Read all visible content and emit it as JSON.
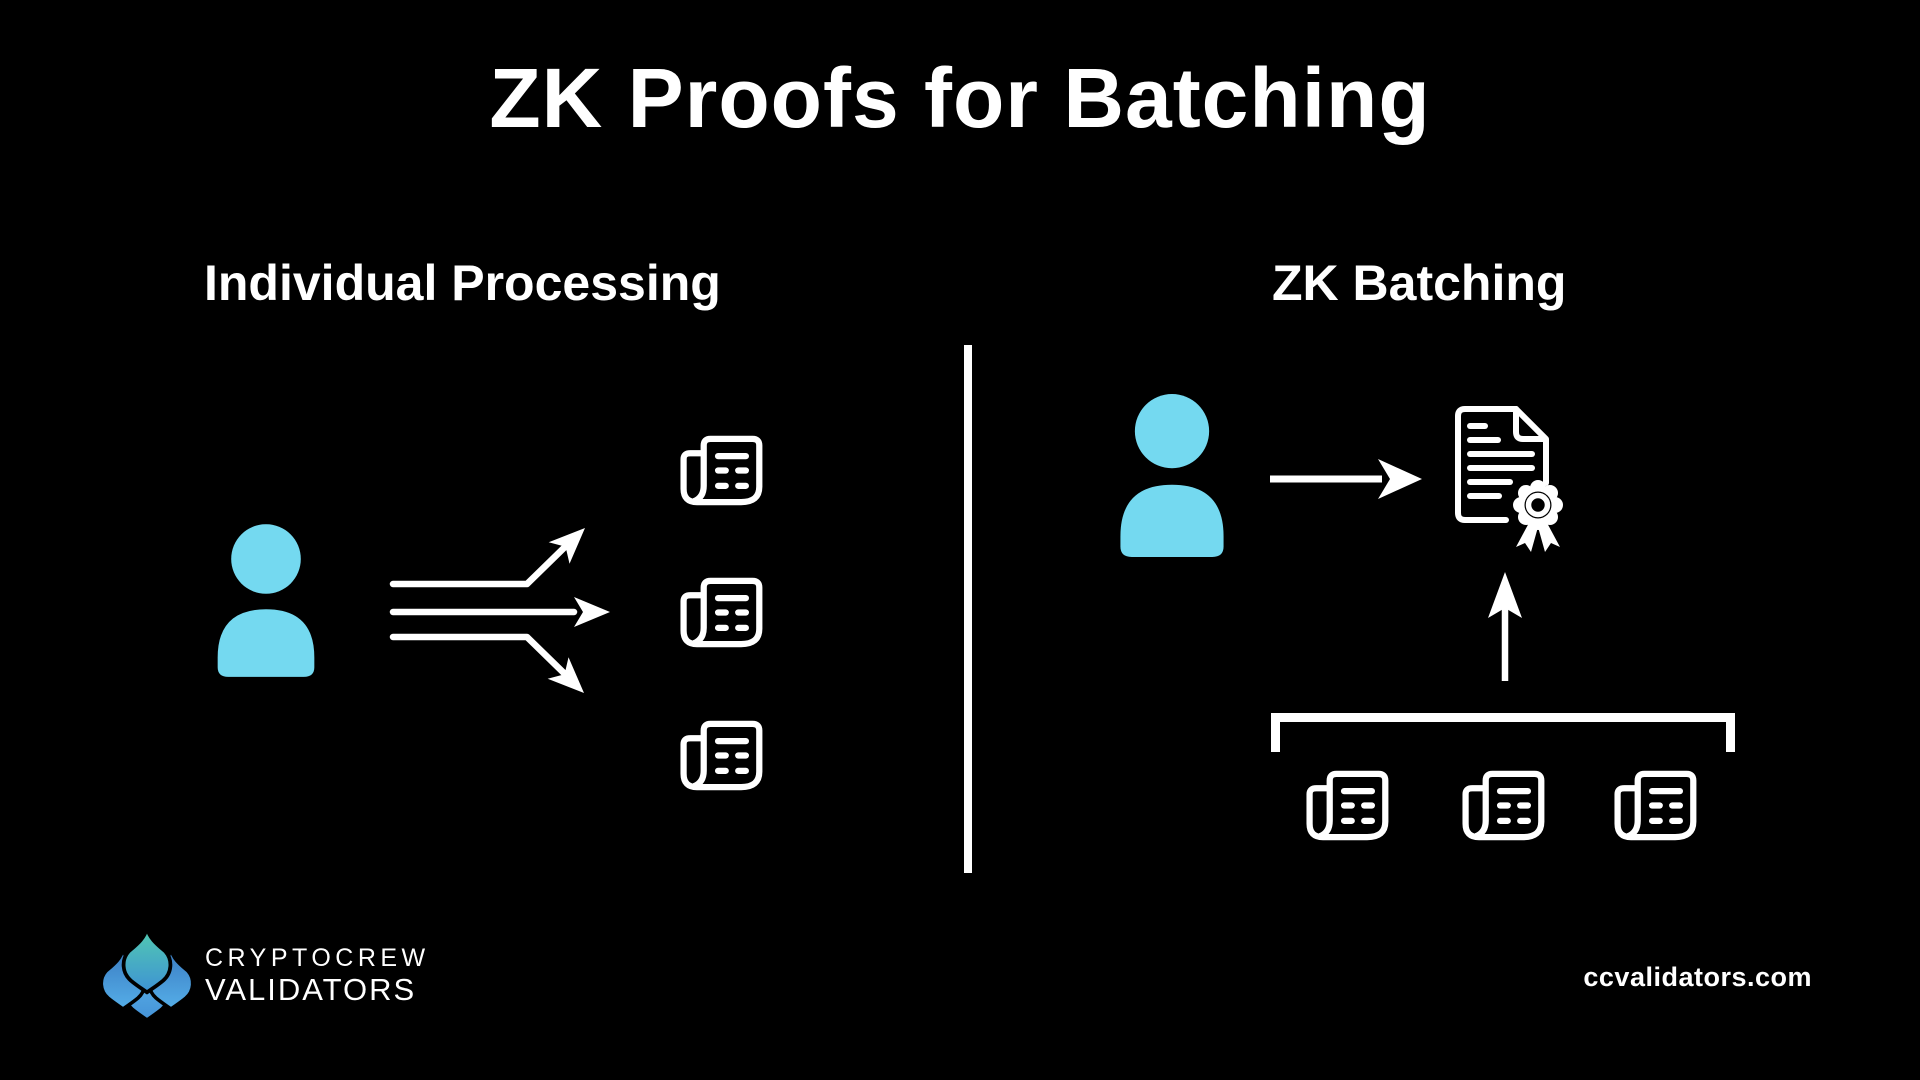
{
  "title": "ZK Proofs for Batching",
  "panels": {
    "left": {
      "heading": "Individual Processing",
      "flow": "one user fans out to three separate transaction documents",
      "transaction_count": 3
    },
    "right": {
      "heading": "ZK Batching",
      "flow": "one user sends a single proved document; three transaction documents are grouped by a bracket and fed upward into it",
      "transaction_count": 3
    }
  },
  "footer": {
    "brand_line1": "CRYPTOCREW",
    "brand_line2": "VALIDATORS",
    "website": "ccvalidators.com"
  },
  "colors": {
    "background": "#000000",
    "foreground": "#ffffff",
    "person_fill": "#74d9f0",
    "logo_teal_top": "#52cbb0",
    "logo_teal_bottom": "#3e92d4",
    "logo_blue_top": "#3a7cc2",
    "logo_blue_bottom": "#55aee8",
    "logo_light_top": "#5fb7ea",
    "logo_light_bottom": "#4593d8"
  },
  "icons": {
    "person": "person-icon",
    "transaction_document": "newspaper-doc-icon",
    "batched_proof": "certificate-doc-icon",
    "fan_out": "fan-out-arrows-icon",
    "to_proof": "arrow-right-icon",
    "into_batch": "arrow-up-icon",
    "grouping": "group-bracket",
    "brand_mark": "cryptocrew-logo-mark"
  }
}
